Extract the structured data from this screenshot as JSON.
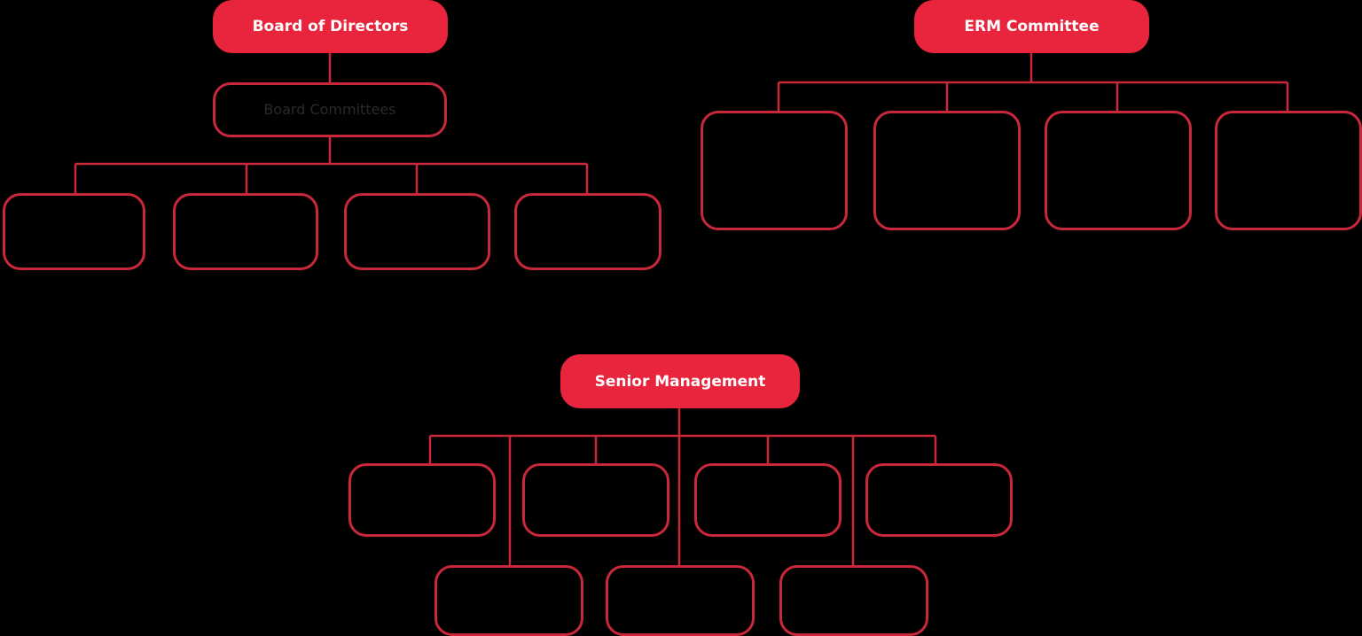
{
  "colors": {
    "background": "#000000",
    "accent": "#e8253c",
    "outline": "#c9283b",
    "node_text_dim": "#2a2a2a"
  },
  "board": {
    "title": "Board of Directors",
    "committees_label": "Board Committees",
    "children": [
      "",
      "",
      "",
      ""
    ]
  },
  "erm": {
    "title": "ERM Committee",
    "children": [
      "",
      "",
      "",
      ""
    ]
  },
  "senior": {
    "title": "Senior Management",
    "children_top": [
      "",
      "",
      "",
      ""
    ],
    "children_bottom": [
      "",
      "",
      ""
    ]
  }
}
